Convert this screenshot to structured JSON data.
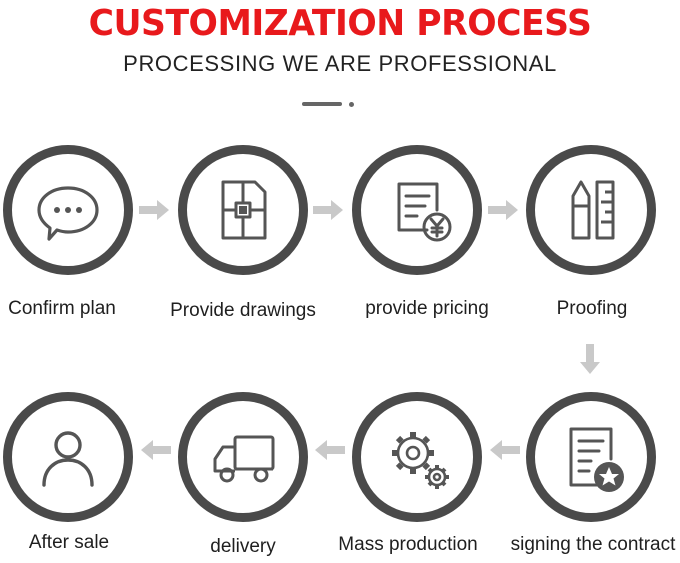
{
  "header": {
    "title": "CUSTOMIZATION PROCESS",
    "subtitle": "PROCESSING WE ARE PROFESSIONAL"
  },
  "colors": {
    "title": "#e8191c",
    "ring": "#4a4a4a",
    "icon": "#555555",
    "arrow": "#c9c9c9"
  },
  "steps": [
    {
      "label": "Confirm plan",
      "icon": "chat-bubble-icon"
    },
    {
      "label": "Provide drawings",
      "icon": "drawing-sheet-icon"
    },
    {
      "label": "provide pricing",
      "icon": "price-document-yen-icon"
    },
    {
      "label": "Proofing",
      "icon": "pencil-ruler-icon"
    },
    {
      "label": "signing the contract",
      "icon": "contract-star-icon"
    },
    {
      "label": "Mass production",
      "icon": "gears-icon"
    },
    {
      "label": "delivery",
      "icon": "delivery-truck-icon"
    },
    {
      "label": "After sale",
      "icon": "person-icon"
    }
  ]
}
